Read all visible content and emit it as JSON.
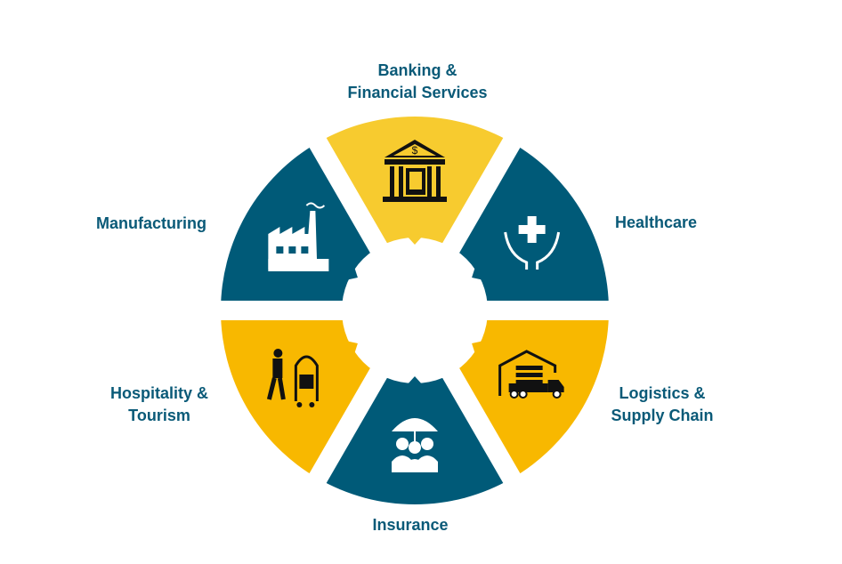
{
  "colors": {
    "teal": "#005a78",
    "yellow_top": "#f7cb2f",
    "yellow": "#f8b800",
    "text": "#0a5a78"
  },
  "segments": [
    {
      "id": "healthcare",
      "label_lines": [
        "Healthcare"
      ],
      "color": "teal",
      "icon": "caring-hands-cross-icon"
    },
    {
      "id": "banking",
      "label_lines": [
        "Banking &",
        "Financial Services"
      ],
      "color": "yellow_top",
      "icon": "bank-building-icon"
    },
    {
      "id": "manufacturing",
      "label_lines": [
        "Manufacturing"
      ],
      "color": "teal",
      "icon": "factory-icon"
    },
    {
      "id": "hospitality",
      "label_lines": [
        "Hospitality &",
        "Tourism"
      ],
      "color": "yellow",
      "icon": "bellhop-luggage-cart-icon"
    },
    {
      "id": "insurance",
      "label_lines": [
        "Insurance"
      ],
      "color": "teal",
      "icon": "umbrella-people-icon"
    },
    {
      "id": "logistics",
      "label_lines": [
        "Logistics &",
        "Supply Chain"
      ],
      "color": "yellow",
      "icon": "warehouse-truck-icon"
    }
  ]
}
